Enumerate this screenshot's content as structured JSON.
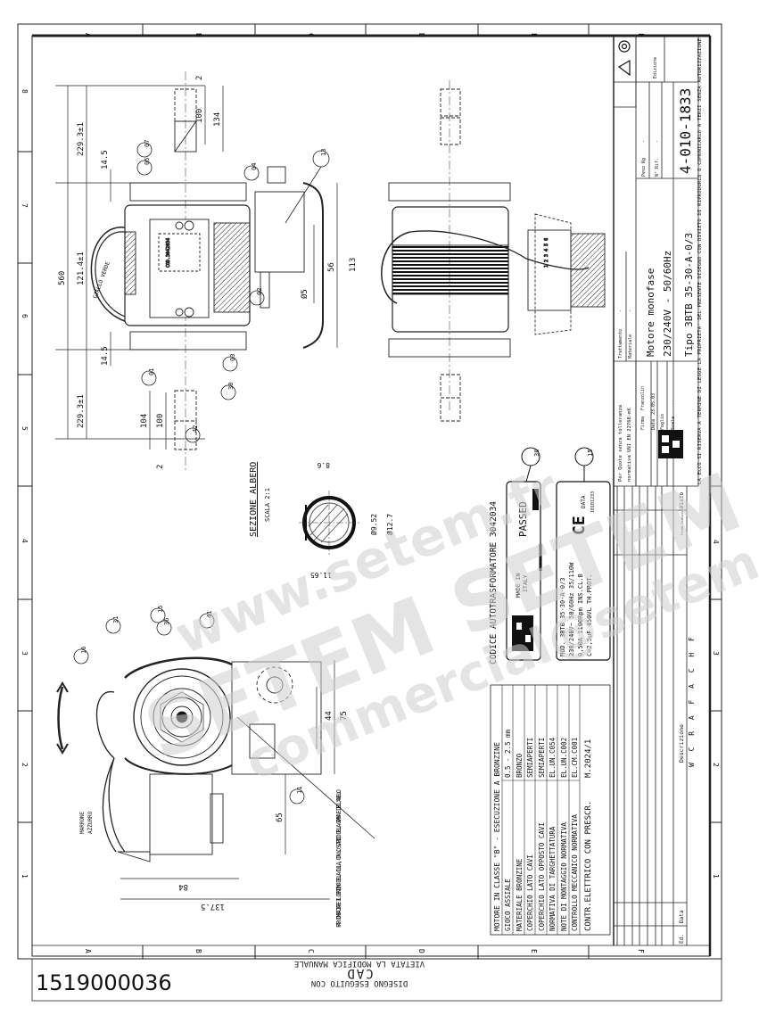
{
  "sheet": {
    "document_number": "1519000036",
    "format": "A3",
    "zone_columns": [
      "A",
      "B",
      "C",
      "D",
      "E",
      "F"
    ],
    "zone_rows": [
      "8",
      "7",
      "6",
      "5",
      "4",
      "3",
      "2",
      "1"
    ],
    "cad_note": {
      "line1": "VIETATA LA MODIFICA MANUALE",
      "line2": "CAD",
      "line3": "DISEGNO ESEGUITO CON"
    },
    "copyright_note": "LA ELCO SI RISERVA A TERMINE DI LEGGE LA PROPRIETA' DEL PRESENTE DISEGNO CON DIVIETO DI RIPRODURLO O COMUNICARLO A TERZI SENZA AUTORIZZAZIONE"
  },
  "title_block": {
    "title": "Motore monofase",
    "voltage": "230/240V - 50/60Hz",
    "type": "Tipo 3BTB 35-30-A-0/3",
    "drawing_code": "4-010-1833",
    "edition_label": "Edizione",
    "weight_label": "Peso Kg",
    "weight_value": "-",
    "ref_label": "N° Rif.",
    "ref_value": "-",
    "treatment_label": "Trattamento",
    "treatment_value": "-",
    "material_label": "Materiale",
    "material_value": "-",
    "tolerance_note_1": "Per Quote senza tolleranza",
    "tolerance_note_2": "normativa UNI EN 22768-mK",
    "signature_label": "Firma",
    "signature_value": "Franzolin",
    "date_label": "Data",
    "date_value": "23.05.03",
    "scale_label": "Scala",
    "scale_value": "----",
    "file_label": "Foglio",
    "revision_headers": {
      "ed": "Ed.",
      "date": "Data",
      "description": "Descrizione",
      "signature": "Firma esecutore",
      "visto": "Visto"
    },
    "revision_letters": "W C R A F A C H F"
  },
  "spec_table": {
    "header": "MOTORE IN CLASSE \"B\" - ESECUZIONE A BRONZINE",
    "rows": [
      {
        "label": "GIOCO ASSIALE",
        "value": "0.5 - 2.5 mm"
      },
      {
        "label": "MATERIALE BRONZINE",
        "value": "BRONZO"
      },
      {
        "label": "COPERCHIO LATO CAVI",
        "value": "SEMIAPERTI"
      },
      {
        "label": "COPERCHIO LATO OPPOSTO CAVI",
        "value": "SEMIAPERTI"
      },
      {
        "label": "NORMATIVA DI TARGHETTATURA",
        "value": "EL.UN.C054"
      },
      {
        "label": "NOTE DI MONTAGGIO NORMATIVA",
        "value": "EL.UN.C002"
      },
      {
        "label": "CONTROLLO MECCANICO NORMATIVA",
        "value": "EL.CM.C001"
      },
      {
        "label": "CONTR.ELETTRICO CON PRESCR.",
        "value": "M.2024/1"
      }
    ]
  },
  "labels": {
    "autotransformer_code": "CODICE AUTOTRASFORMATORE 3042034",
    "label_36": {
      "made_in": "MADE IN",
      "country": "ITALY",
      "passed": "PASSED",
      "stamp": "Labelled"
    },
    "label_15": {
      "model": "MOD. 3BTB 35-30-A-0/3",
      "voltage": "230/240V~   50/60Hz   35/110W",
      "current": "0,50A  1100Rpm  INS.CL.B",
      "capacitor": "C=2,5µF  450VL  TH.PROT.",
      "date_label": "DATA",
      "date_code": "10101233",
      "ce": "CE"
    }
  },
  "shaft_section": {
    "title": "SEZIONE ALBERO",
    "scale": "SCALA 2:1",
    "dims": {
      "flat": "8.6",
      "inner_dia": "Ø9.52",
      "outer_dia": "Ø12.7",
      "width": "11.65"
    }
  },
  "dimensions": {
    "total_length": "560",
    "shaft_top": "229.3±1",
    "body": "121.4±1",
    "shaft_bottom": "229.3±1",
    "offset_top": "14.5",
    "offset_bottom": "14.5",
    "shaft_100_top": "100",
    "shaft_134": "134",
    "shaft_2_top": "2",
    "shaft_104": "104",
    "shaft_100_bottom": "100",
    "shaft_2_bottom": "2",
    "cap_56": "56",
    "cap_113": "113",
    "hole_dia": "Ø5",
    "end_44": "44",
    "end_75": "75",
    "end_65": "65",
    "end_84": "84",
    "end_137": "137.5"
  },
  "balloons": [
    "01",
    "02",
    "03",
    "04",
    "05",
    "07",
    "11",
    "13",
    "15",
    "16",
    "31",
    "36",
    "38",
    "41",
    "42"
  ],
  "wire_labels": {
    "yellow_green": "GIALLO VERDE",
    "brown": "MARRONE",
    "blue": "AZZURRO"
  },
  "mounting_note": "FAR COMBACIARE IL DENTINO DELLA CULLA, CON LO SCARICO DELLA GOMMA E DELL'ANELLO",
  "terminal_label": "1 2 3 4 5 6",
  "watermark": {
    "line1": "www.setem.fr",
    "line2": "SETEM SETEM",
    "line3": "commercial@setem.fr"
  }
}
